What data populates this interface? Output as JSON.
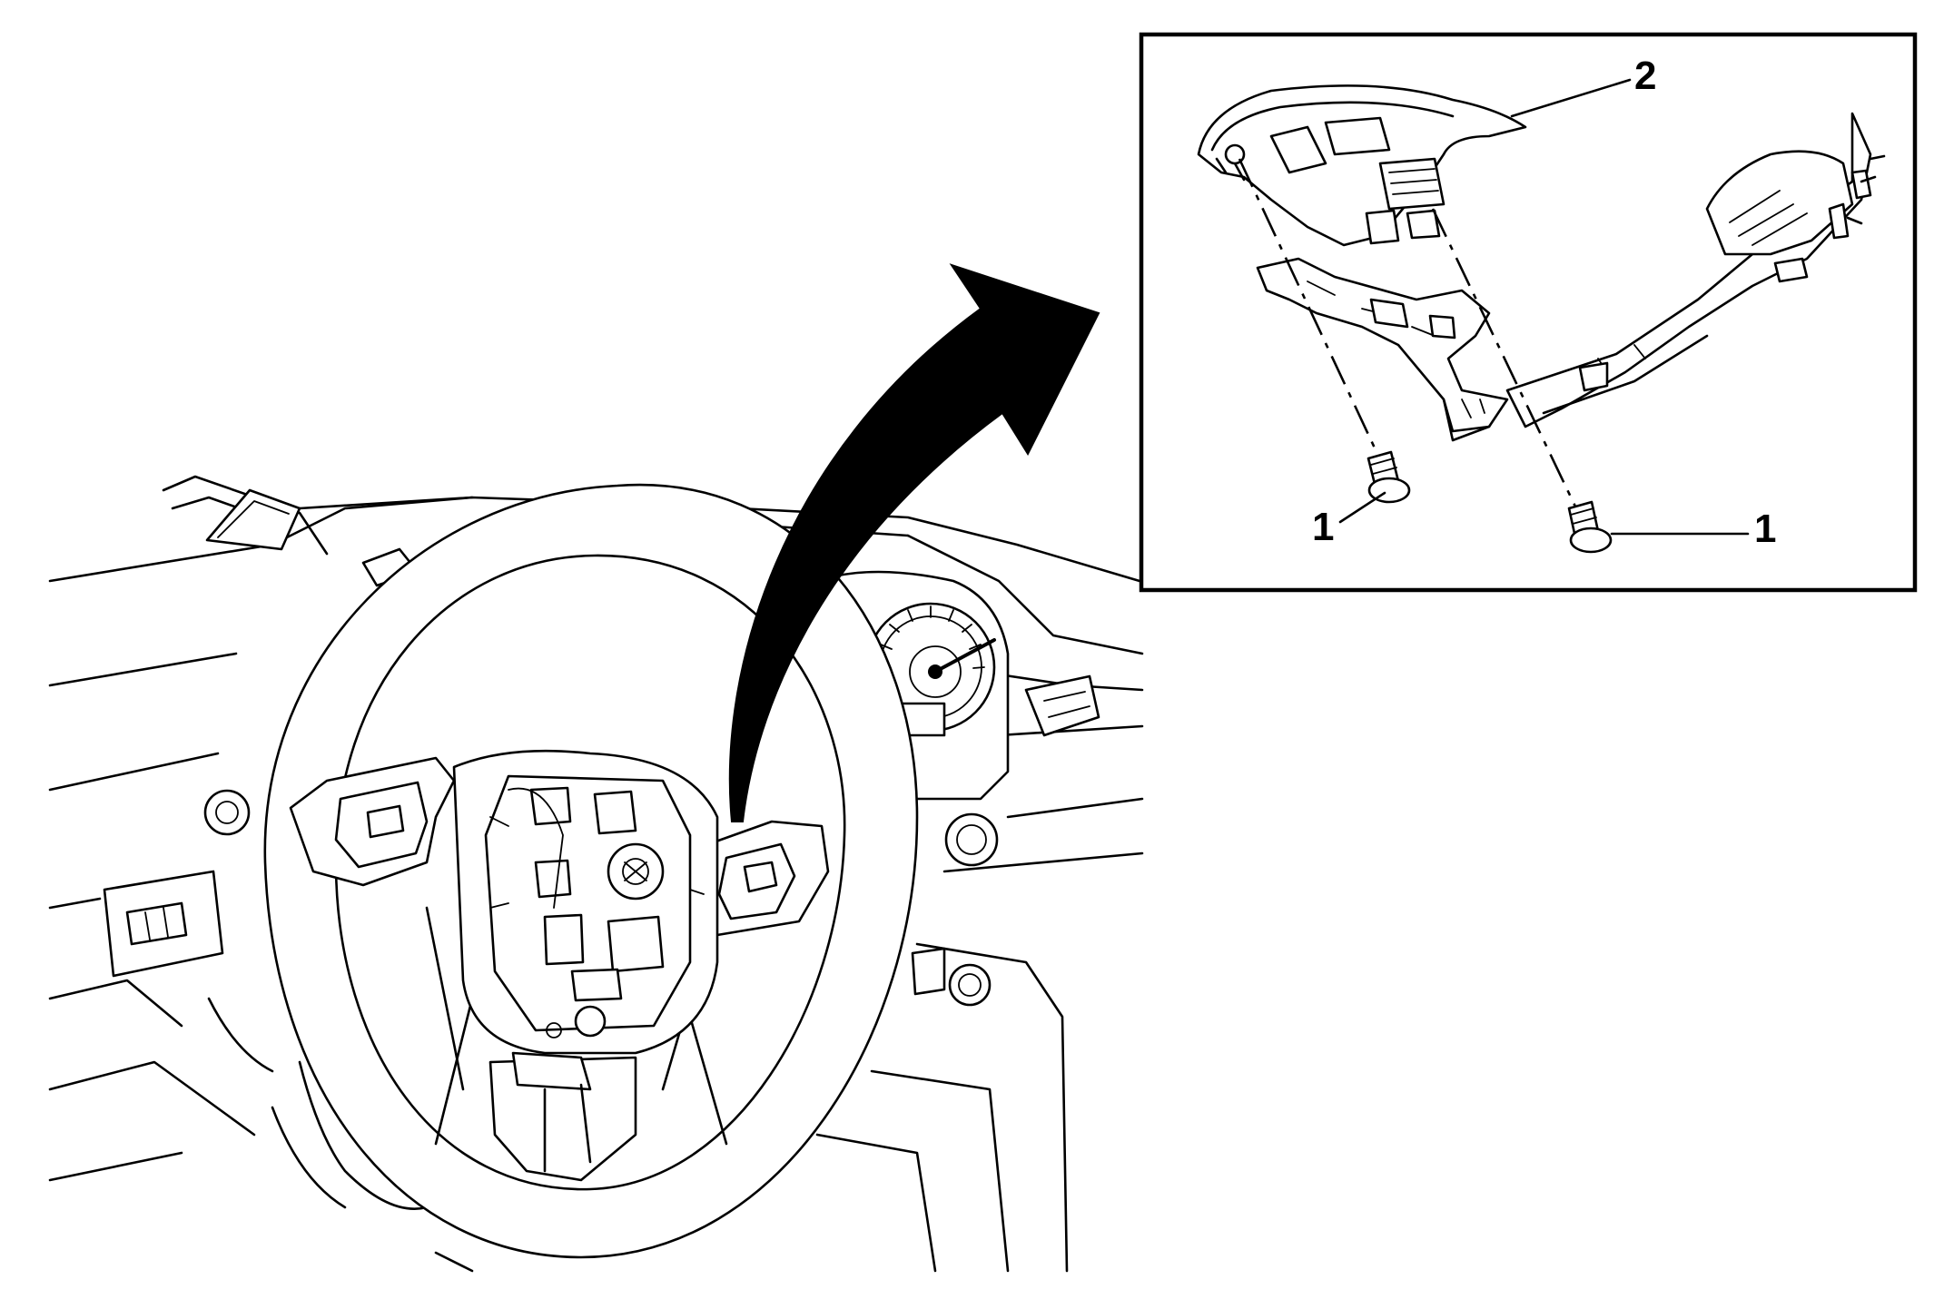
{
  "figure": {
    "callouts": [
      {
        "id": "c1a",
        "label": "1"
      },
      {
        "id": "c1b",
        "label": "1"
      },
      {
        "id": "c2",
        "label": "2"
      }
    ],
    "colors": {
      "ink": "#000000",
      "paper": "#ffffff"
    }
  }
}
